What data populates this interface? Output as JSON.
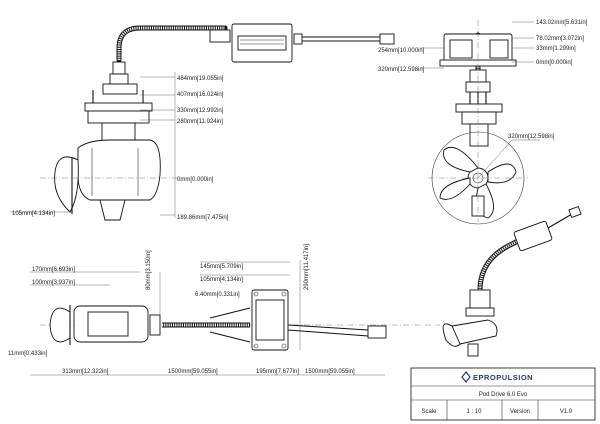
{
  "dimensions": {
    "side_top": [
      "484mm[19.055in]",
      "407mm[16.024in]",
      "330mm[12.992in]",
      "280mm[11.024in]"
    ],
    "side_zero": "0mm[0.000in]",
    "side_bottom": "189.86mm[7.475in]",
    "side_left": "105mm[4.134in]",
    "front_right": [
      "143.02mm[5.631in]",
      "78.02mm[3.072in]",
      "33mm[1.299in]",
      "0mm[0.000in]"
    ],
    "front_left": [
      "254mm[10.000in]",
      "320mm[12.598in]"
    ],
    "prop_dia": "320mm[12.598in]",
    "plan_left": [
      "170mm[6.693in]",
      "100mm[3.937in]"
    ],
    "plan_small": "80mm[3.150in]",
    "plan_box": [
      "145mm[5.709in]",
      "105mm[4.134in]"
    ],
    "plan_hole": "6.40mm[0.331in]",
    "plan_height": "290mm[11.417in]",
    "plan_shaft": "11mm[0.433in]",
    "plan_bottom": [
      "313mm[12.322in]",
      "1500mm[59.055in]",
      "195mm[7.677in]",
      "1500mm[59.055in]"
    ]
  },
  "title_block": {
    "brand": "EPROPULSION",
    "product": "Pod Drive 6.0 Evo",
    "scale_label": "Scale",
    "scale_value": "1 : 10",
    "version_label": "Version",
    "version_value": "V1.0"
  }
}
